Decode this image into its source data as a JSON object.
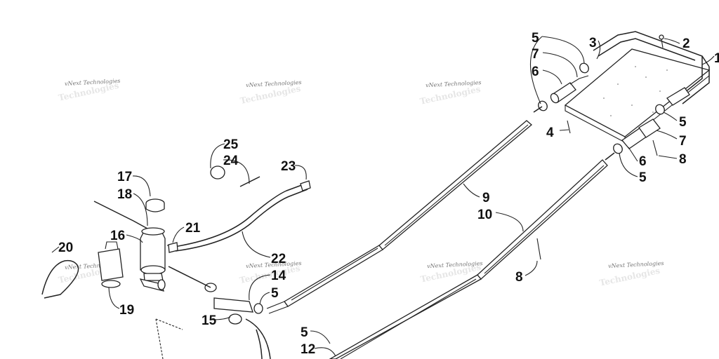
{
  "watermark": "vNext Technologies",
  "callouts": {
    "c1": "1",
    "c2": "2",
    "c3": "3",
    "c4": "4",
    "c5a": "5",
    "c5b": "5",
    "c5c": "5",
    "c5d": "5",
    "c5e": "5",
    "c6a": "6",
    "c6b": "6",
    "c7a": "7",
    "c7b": "7",
    "c8a": "8",
    "c8b": "8",
    "c9": "9",
    "c10": "10",
    "c12": "12",
    "c14": "14",
    "c15": "15",
    "c16": "16",
    "c17": "17",
    "c18": "18",
    "c19": "19",
    "c20": "20",
    "c21": "21",
    "c22": "22",
    "c23": "23",
    "c24": "24",
    "c25": "25"
  }
}
